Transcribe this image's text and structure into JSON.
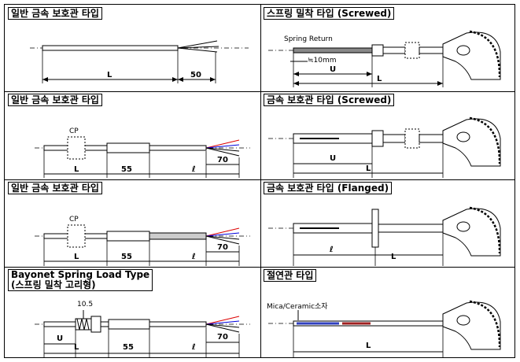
{
  "panels": {
    "p1": {
      "title": "일반 금속 보호관 타입",
      "dims": {
        "L": "L",
        "tail": "50"
      }
    },
    "p2": {
      "title": "스프링 밀착 타입 (Screwed)",
      "spring_return": "Spring Return",
      "gap": "≒10mm",
      "dims": {
        "U": "U",
        "L": "L"
      }
    },
    "p3": {
      "title": "일반 금속 보호관 타입",
      "cp": "CP",
      "dims": {
        "L": "L",
        "mid": "55",
        "l": "ℓ",
        "tail": "70"
      }
    },
    "p4": {
      "title": "금속 보호관 타입 (Screwed)",
      "dims": {
        "U": "U",
        "L": "L"
      }
    },
    "p5": {
      "title": "일반 금속 보호관 타입",
      "cp": "CP",
      "dims": {
        "L": "L",
        "mid": "55",
        "l": "ℓ",
        "tail": "70"
      }
    },
    "p6": {
      "title": "금속 보호관 타입 (Flanged)",
      "dims": {
        "l": "ℓ",
        "L": "L"
      }
    },
    "p7": {
      "title_line1": "Bayonet Spring Load Type",
      "title_line2": "(스프링 밀착 고리형)",
      "spring": "10.5",
      "dims": {
        "U": "U",
        "L": "L",
        "mid": "55",
        "l": "ℓ",
        "tail": "70"
      }
    },
    "p8": {
      "title": "절연관 타입",
      "mica": "Mica/Ceramic소자",
      "dims": {
        "L": "L"
      }
    }
  }
}
